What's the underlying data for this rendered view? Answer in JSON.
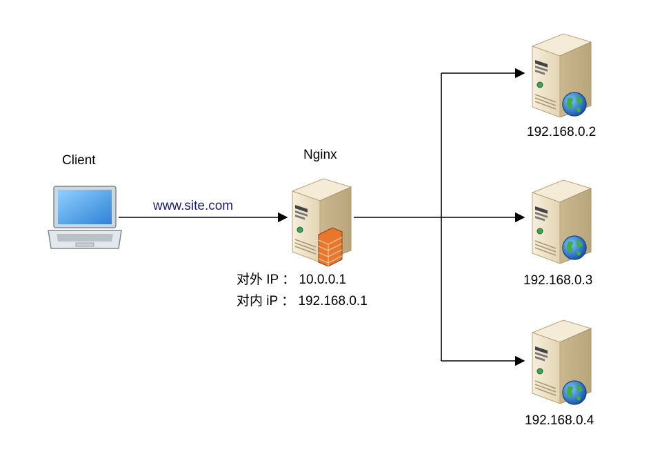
{
  "client": {
    "label": "Client",
    "icon": "laptop-icon"
  },
  "request": {
    "url": "www.site.com",
    "color": "#1a1a7a"
  },
  "nginx": {
    "label": "Nginx",
    "icon": "server-firewall-icon",
    "external_ip_label": "对外 IP ： 10.0.0.1",
    "internal_ip_label": "对内 iP ： 192.168.0.1"
  },
  "backends": [
    {
      "ip": "192.168.0.2",
      "icon": "web-server-icon"
    },
    {
      "ip": "192.168.0.3",
      "icon": "web-server-icon"
    },
    {
      "ip": "192.168.0.4",
      "icon": "web-server-icon"
    }
  ],
  "colors": {
    "server_body": "#e9dcc0",
    "firewall": "#e8772e",
    "globe": "#1f6fd1",
    "screen": "#3b8fe0",
    "arrow": "#000000"
  }
}
